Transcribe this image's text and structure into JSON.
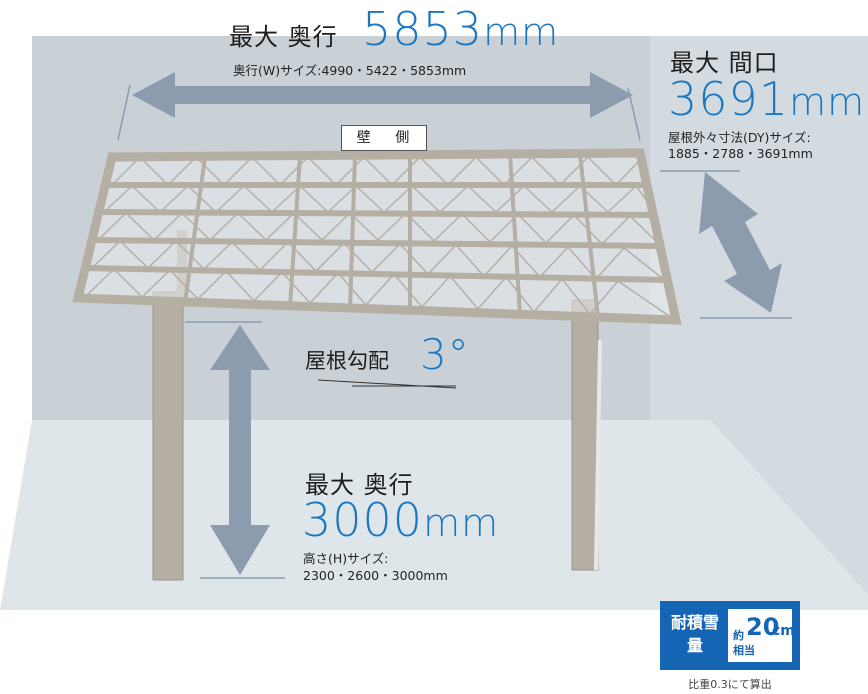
{
  "depth": {
    "label": "最大 奥行",
    "value": "5853",
    "unit": "mm",
    "sizes": "奥行(W)サイズ:4990・5422・5853mm"
  },
  "width": {
    "label": "最大 間口",
    "value": "3691",
    "unit": "mm",
    "sizes_title": "屋根外々寸法(DY)サイズ:",
    "sizes": "1885・2788・3691mm"
  },
  "height": {
    "label": "最大 奥行",
    "value": "3000",
    "unit": "mm",
    "sizes_title": "高さ(H)サイズ:",
    "sizes": "2300・2600・3000mm"
  },
  "slope": {
    "label": "屋根勾配",
    "value": "3°"
  },
  "wall_side": "壁 側",
  "snow_badge": {
    "title_line1": "耐積雪",
    "title_line2": "量",
    "prefix": "約",
    "value": "20",
    "unit": "cm",
    "suffix": "相当",
    "note": "比重0.3にて算出",
    "color": "#1565b5"
  },
  "colors": {
    "wall": "#c9d1d7",
    "floor": "#dfe6ea",
    "frame": "#b5aea3",
    "arrow": "#8c9cae",
    "accent": "#1a78c2"
  }
}
